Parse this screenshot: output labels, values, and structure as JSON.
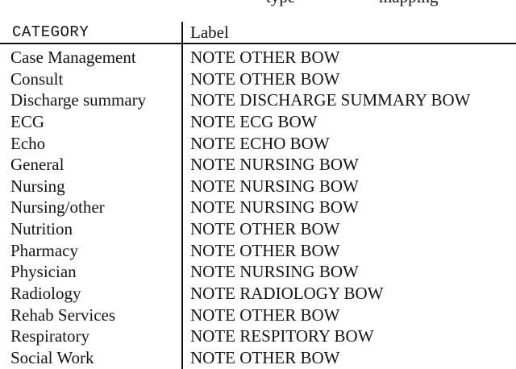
{
  "caption": {
    "fragments": [
      "type",
      "mapping"
    ]
  },
  "table": {
    "headers": {
      "category": "CATEGORY",
      "label": "Label"
    },
    "rows": [
      {
        "category": "Case Management",
        "label": "NOTE OTHER BOW"
      },
      {
        "category": "Consult",
        "label": "NOTE OTHER BOW"
      },
      {
        "category": "Discharge summary",
        "label": "NOTE DISCHARGE SUMMARY BOW"
      },
      {
        "category": "ECG",
        "label": "NOTE ECG BOW"
      },
      {
        "category": "Echo",
        "label": "NOTE ECHO BOW"
      },
      {
        "category": "General",
        "label": "NOTE NURSING BOW"
      },
      {
        "category": "Nursing",
        "label": "NOTE NURSING BOW"
      },
      {
        "category": "Nursing/other",
        "label": "NOTE NURSING BOW"
      },
      {
        "category": "Nutrition",
        "label": "NOTE OTHER BOW"
      },
      {
        "category": "Pharmacy",
        "label": "NOTE OTHER BOW"
      },
      {
        "category": "Physician",
        "label": "NOTE NURSING BOW"
      },
      {
        "category": "Radiology",
        "label": "NOTE RADIOLOGY BOW"
      },
      {
        "category": "Rehab Services",
        "label": "NOTE OTHER BOW"
      },
      {
        "category": "Respiratory",
        "label": "NOTE RESPITORY BOW"
      },
      {
        "category": "Social Work",
        "label": "NOTE OTHER BOW"
      }
    ]
  },
  "colors": {
    "background": "#ffffff",
    "text": "#141414",
    "rule": "#101010"
  }
}
